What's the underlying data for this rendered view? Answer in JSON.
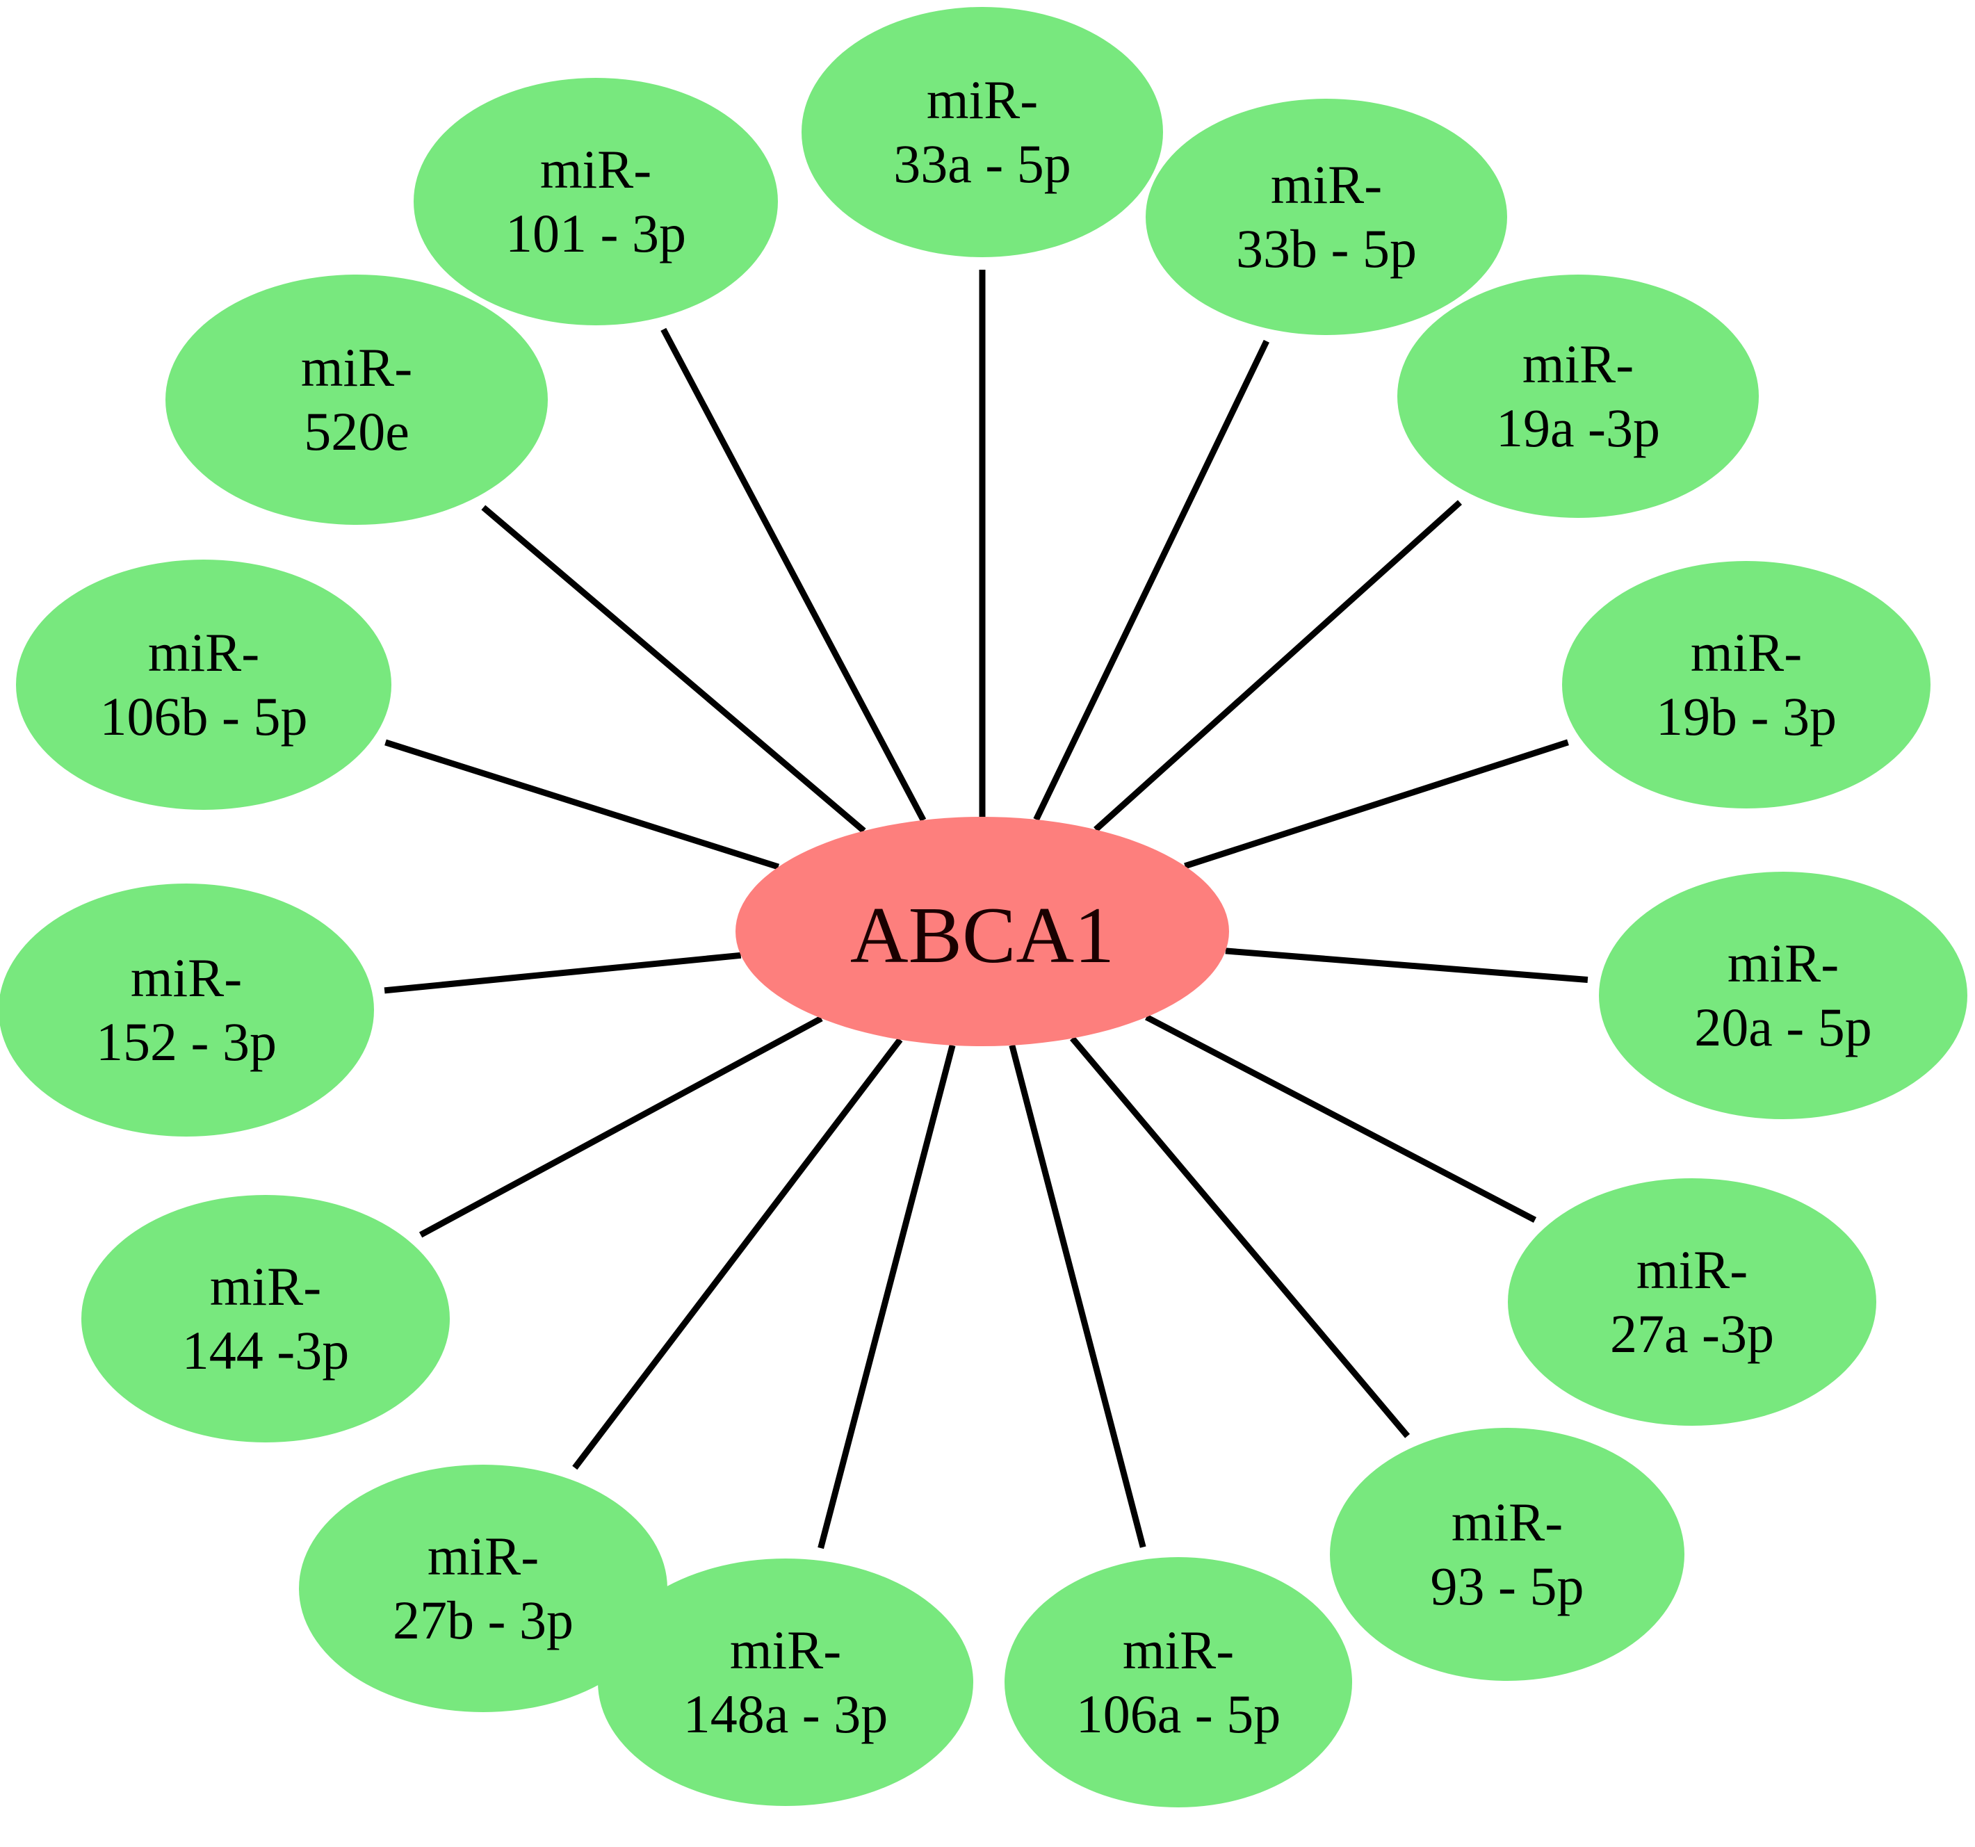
{
  "hub": {
    "label": "ABCA1",
    "color": "#fd7f7d"
  },
  "mirna_color": "#78e87e",
  "edge_color": "#000000",
  "mirnas": [
    {
      "id": "miR-33a-5p",
      "line1": "miR-",
      "line2": "33a - 5p"
    },
    {
      "id": "miR-33b-5p",
      "line1": "miR-",
      "line2": "33b - 5p"
    },
    {
      "id": "miR-19a-3p",
      "line1": "miR-",
      "line2": "19a -3p"
    },
    {
      "id": "miR-19b-3p",
      "line1": "miR-",
      "line2": "19b - 3p"
    },
    {
      "id": "miR-20a-5p",
      "line1": "miR-",
      "line2": "20a - 5p"
    },
    {
      "id": "miR-27a-3p",
      "line1": "miR-",
      "line2": "27a -3p"
    },
    {
      "id": "miR-93-5p",
      "line1": "miR-",
      "line2": "93 - 5p"
    },
    {
      "id": "miR-106a-5p",
      "line1": "miR-",
      "line2": "106a - 5p"
    },
    {
      "id": "miR-148a-3p",
      "line1": "miR-",
      "line2": "148a - 3p"
    },
    {
      "id": "miR-27b-3p",
      "line1": "miR-",
      "line2": "27b - 3p"
    },
    {
      "id": "miR-144-3p",
      "line1": "miR-",
      "line2": "144 -3p"
    },
    {
      "id": "miR-152-3p",
      "line1": "miR-",
      "line2": "152 - 3p"
    },
    {
      "id": "miR-106b-5p",
      "line1": "miR-",
      "line2": "106b - 5p"
    },
    {
      "id": "miR-520e",
      "line1": "miR-",
      "line2": "520e"
    },
    {
      "id": "miR-101-3p",
      "line1": "miR-",
      "line2": "101 - 3p"
    }
  ]
}
